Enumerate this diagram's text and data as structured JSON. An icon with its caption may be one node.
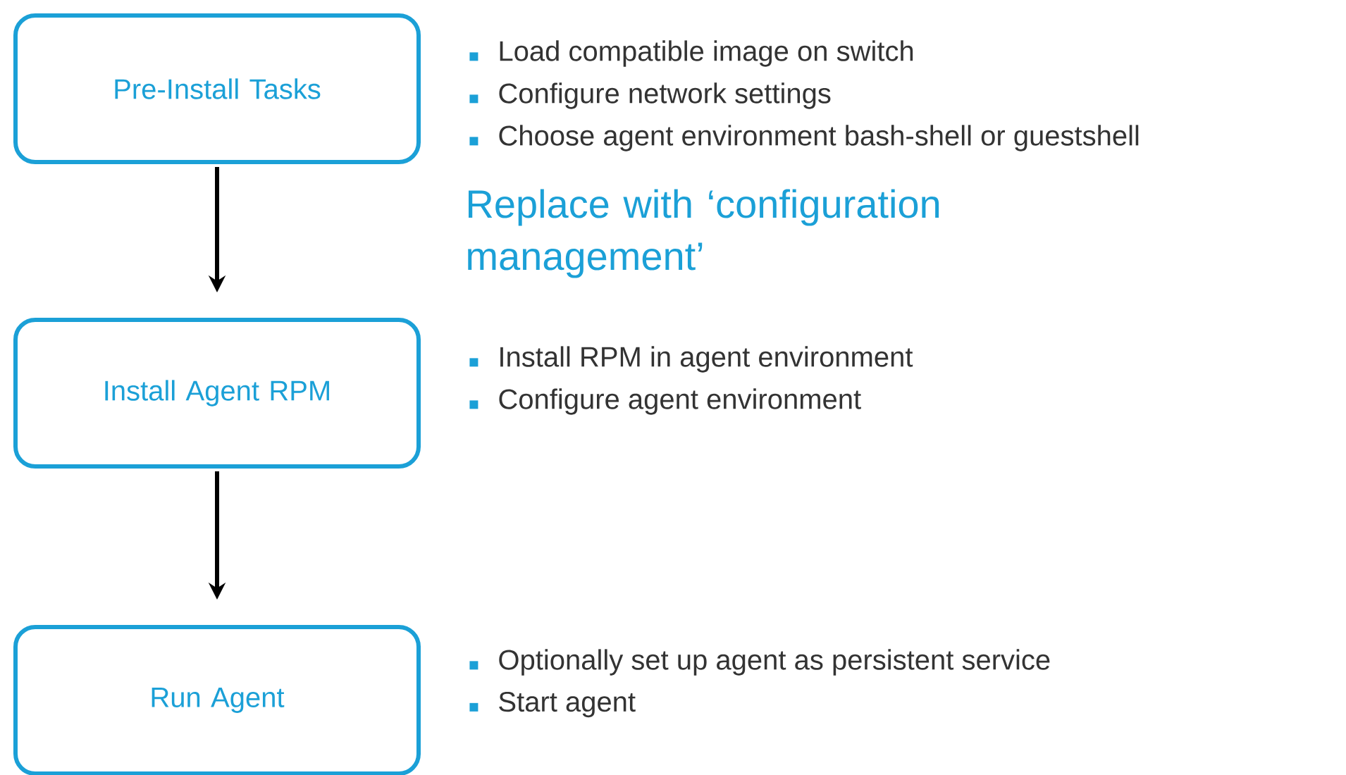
{
  "diagram": {
    "nodes": [
      {
        "text": [
          "Pre-Install Tasks"
        ],
        "beside": [
          "Load compatible image on switch",
          "Configure network settings",
          "Choose agent environment bash-shell or guestshell"
        ]
      },
      {
        "text": [
          "Install Agent RPM"
        ],
        "beside": [
          "Install RPM in agent environment",
          "Configure agent environment"
        ]
      },
      {
        "text": [
          "Run Agent"
        ],
        "beside": [
          "Optionally set up agent as persistent service",
          "Start agent"
        ]
      }
    ],
    "edges": [
      {
        "from": 0,
        "to": 1,
        "arrow": "to"
      },
      {
        "from": 1,
        "to": 2,
        "arrow": "to"
      }
    ],
    "labels": [
      "Replace with ‘configuration management’"
    ]
  }
}
